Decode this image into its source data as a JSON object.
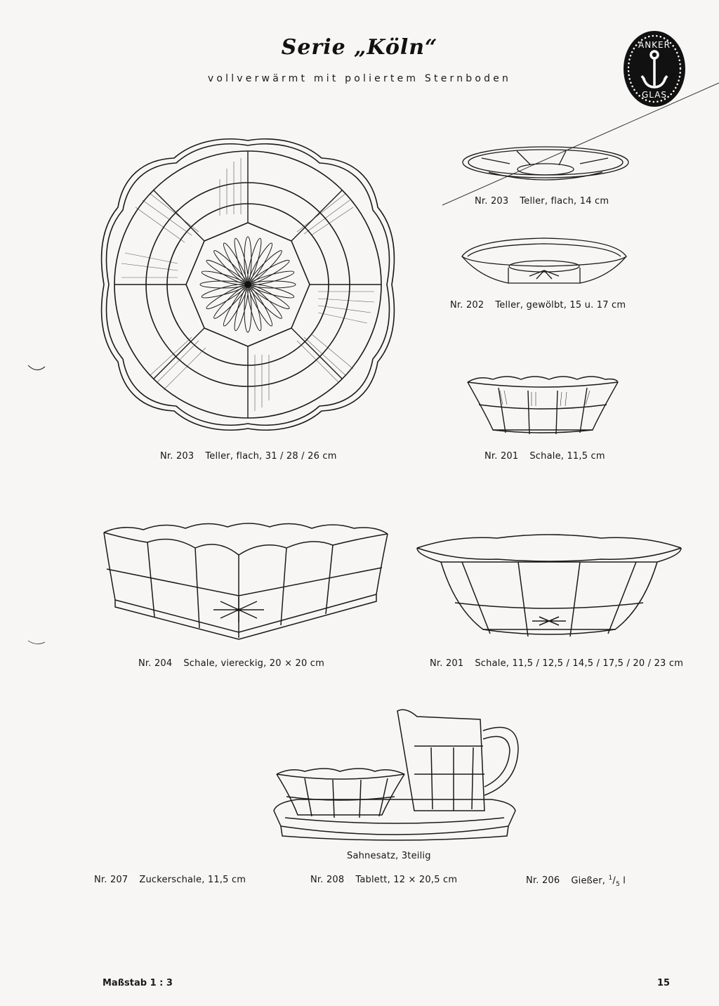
{
  "header": {
    "title": "Serie „Köln“",
    "subtitle": "vollverwärmt mit poliertem Sternboden",
    "logo": {
      "icon": "anchor-icon",
      "text_top": "ANKER",
      "text_bottom": "GLAS"
    }
  },
  "items": [
    {
      "id": "teller-203-small",
      "nr": "Nr. 203",
      "desc": "Teller, flach, 14 cm"
    },
    {
      "id": "teller-202",
      "nr": "Nr. 202",
      "desc": "Teller, gewölbt, 15 u. 17 cm"
    },
    {
      "id": "teller-203-large",
      "nr": "Nr. 203",
      "desc": "Teller, flach, 31 / 28 / 26 cm"
    },
    {
      "id": "schale-201-small",
      "nr": "Nr. 201",
      "desc": "Schale, 11,5 cm"
    },
    {
      "id": "schale-204",
      "nr": "Nr. 204",
      "desc": "Schale, viereckig, 20 × 20 cm"
    },
    {
      "id": "schale-201-large",
      "nr": "Nr. 201",
      "desc": "Schale, 11,5 / 12,5 / 14,5 / 17,5 / 20 / 23 cm"
    },
    {
      "id": "zuckerschale-207",
      "nr": "Nr. 207",
      "desc": "Zuckerschale, 11,5 cm"
    },
    {
      "id": "tablett-208",
      "nr": "Nr. 208",
      "desc": "Tablett, 12 × 20,5 cm"
    },
    {
      "id": "giesser-206",
      "nr": "Nr. 206",
      "desc": "Gießer,",
      "frac_num": "1",
      "frac_den": "5",
      "unit": "l"
    }
  ],
  "set_label": "Sahnesatz, 3teilig",
  "footer": {
    "scale": "Maßstab 1 : 3",
    "page_number": "15"
  }
}
